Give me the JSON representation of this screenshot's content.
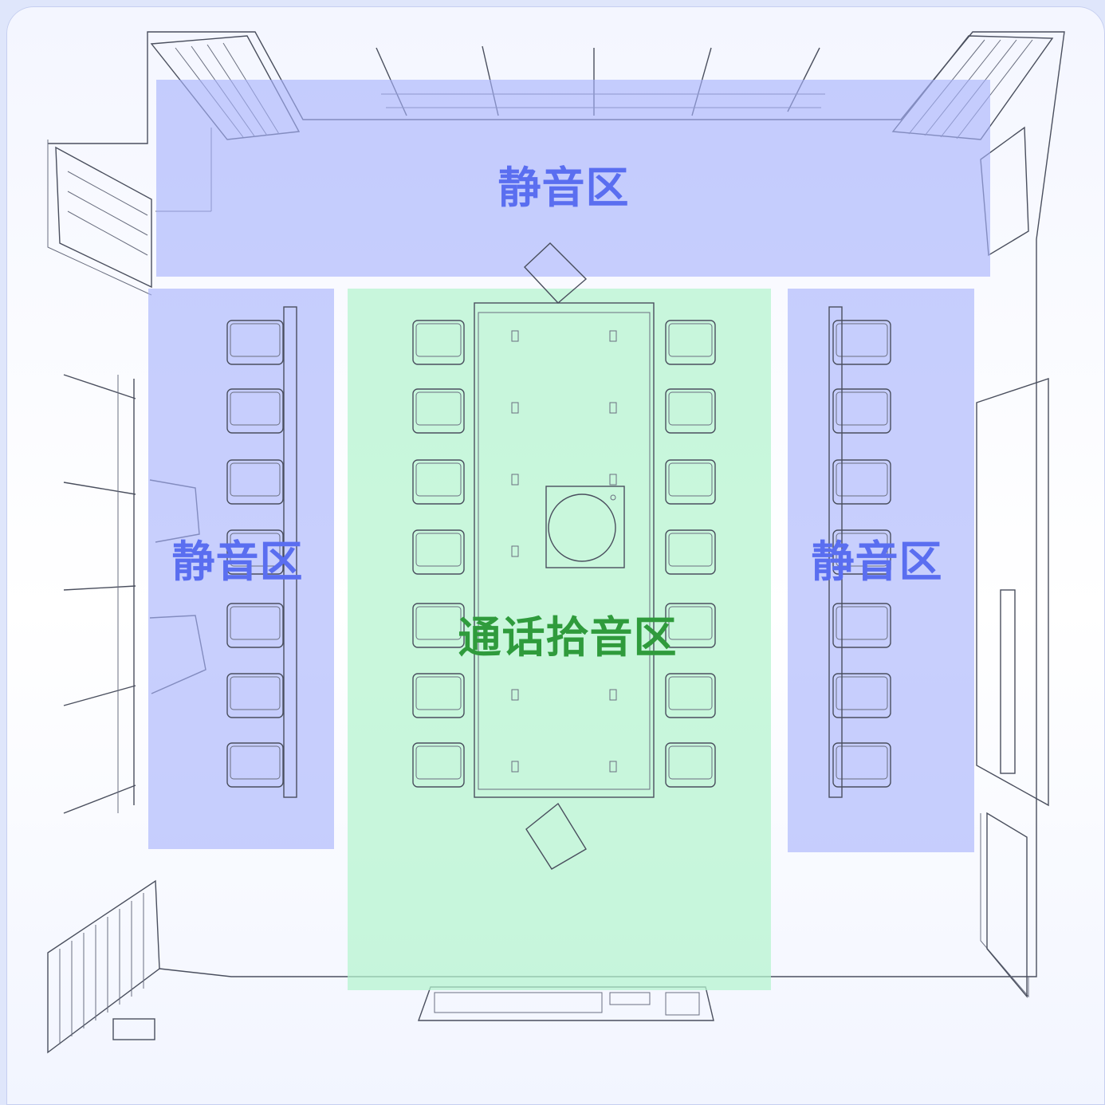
{
  "zones": {
    "top": {
      "label": "静音区"
    },
    "left": {
      "label": "静音区"
    },
    "right": {
      "label": "静音区"
    },
    "center": {
      "label": "通话拾音区"
    }
  },
  "colors": {
    "mute_zone_fill": "#a7b2fb",
    "mute_zone_label": "#5a6ef0",
    "pickup_zone_fill": "#b4f4cf",
    "pickup_zone_label": "#2f9b3c",
    "sketch_line": "#4a4f5e",
    "background": "#f4f6ff"
  }
}
